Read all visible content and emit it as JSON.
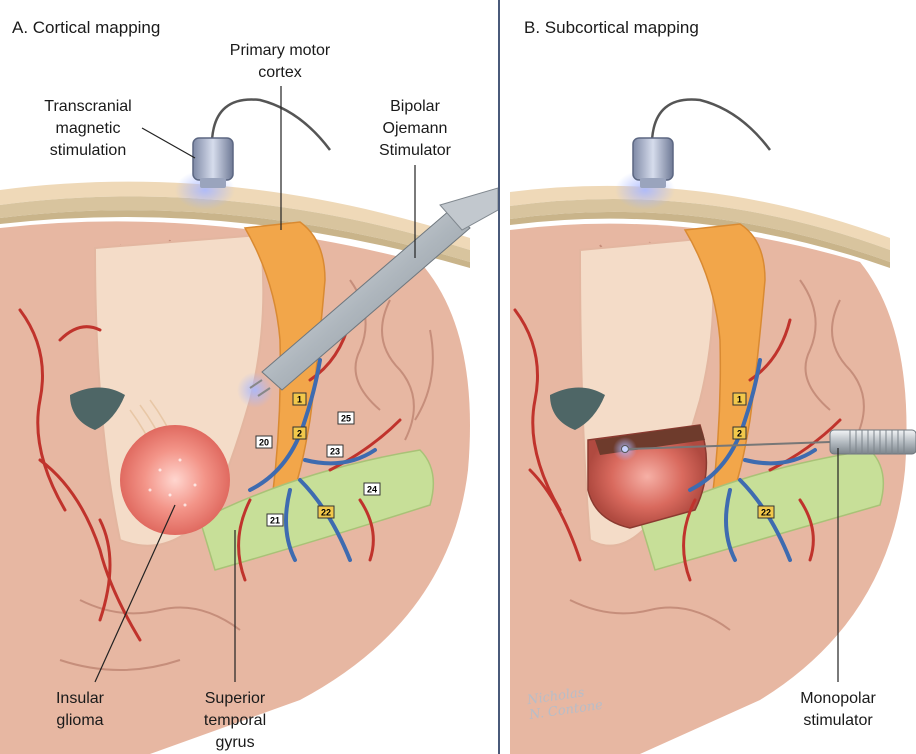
{
  "panel_a": {
    "title": "A. Cortical mapping",
    "labels": {
      "tms": [
        "Transcranial",
        "magnetic",
        "stimulation"
      ],
      "motor": [
        "Primary motor",
        "cortex"
      ],
      "bipolar": [
        "Bipolar",
        "Ojemann",
        "Stimulator"
      ],
      "glioma": [
        "Insular",
        "glioma"
      ],
      "stg": [
        "Superior",
        "temporal",
        "gyrus"
      ]
    },
    "tags": [
      "1",
      "2",
      "20",
      "21",
      "22",
      "23",
      "24",
      "25"
    ]
  },
  "panel_b": {
    "title": "B. Subcortical mapping",
    "labels": {
      "monopolar": [
        "Monopolar",
        "stimulator"
      ]
    },
    "tags": [
      "1",
      "2",
      "22"
    ],
    "signature": [
      "Nicholas",
      "N. Contone"
    ]
  },
  "colors": {
    "cortex": "#e7b7a2",
    "white_matter": "#f4dcc8",
    "motor_strip": "#f2a64a",
    "temporal_gyrus": "#c7df98",
    "artery": "#c0332c",
    "vein": "#3e6bb0",
    "tumor": "#f08a80",
    "panel_divider": "#4a5a7a"
  }
}
